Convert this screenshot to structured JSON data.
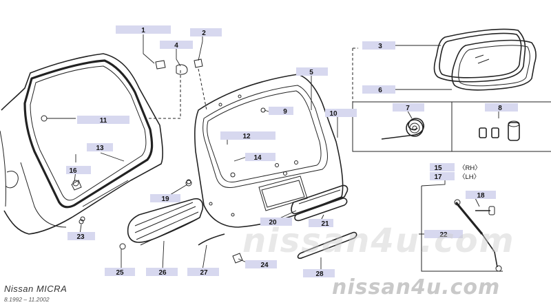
{
  "watermark": "nissan4u.com",
  "footer": {
    "model": "Nissan MICRA",
    "dates": "8.1992  –  11.2002"
  },
  "side_labels": {
    "rh": "〈RH〉",
    "lh": "〈LH〉"
  },
  "colors": {
    "label_bg": "#d7d8ef",
    "line": "#222222"
  },
  "callouts": {
    "c1": "1",
    "c2": "2",
    "c3": "3",
    "c4": "4",
    "c5": "5",
    "c6": "6",
    "c7": "7",
    "c8": "8",
    "c9": "9",
    "c10": "10",
    "c11": "11",
    "c12": "12",
    "c13": "13",
    "c14": "14",
    "c15": "15",
    "c16": "16",
    "c17": "17",
    "c18": "18",
    "c19": "19",
    "c20": "20",
    "c21": "21",
    "c22": "22",
    "c23": "23",
    "c24": "24",
    "c25": "25",
    "c26": "26",
    "c27": "27",
    "c28": "28"
  }
}
